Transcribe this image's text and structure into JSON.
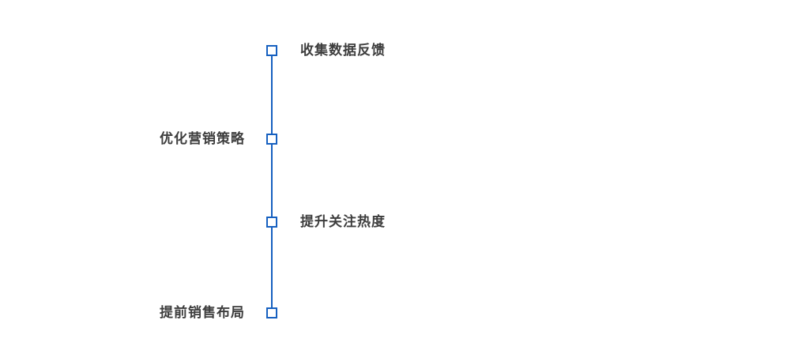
{
  "colors": {
    "accent": "#1660c0",
    "text": "#3d3d3d",
    "background": "#ffffff"
  },
  "timeline": {
    "items": [
      {
        "label": "收集数据反馈",
        "side": "right"
      },
      {
        "label": "优化营销策略",
        "side": "left"
      },
      {
        "label": "提升关注热度",
        "side": "right"
      },
      {
        "label": "提前销售布局",
        "side": "left"
      }
    ]
  }
}
